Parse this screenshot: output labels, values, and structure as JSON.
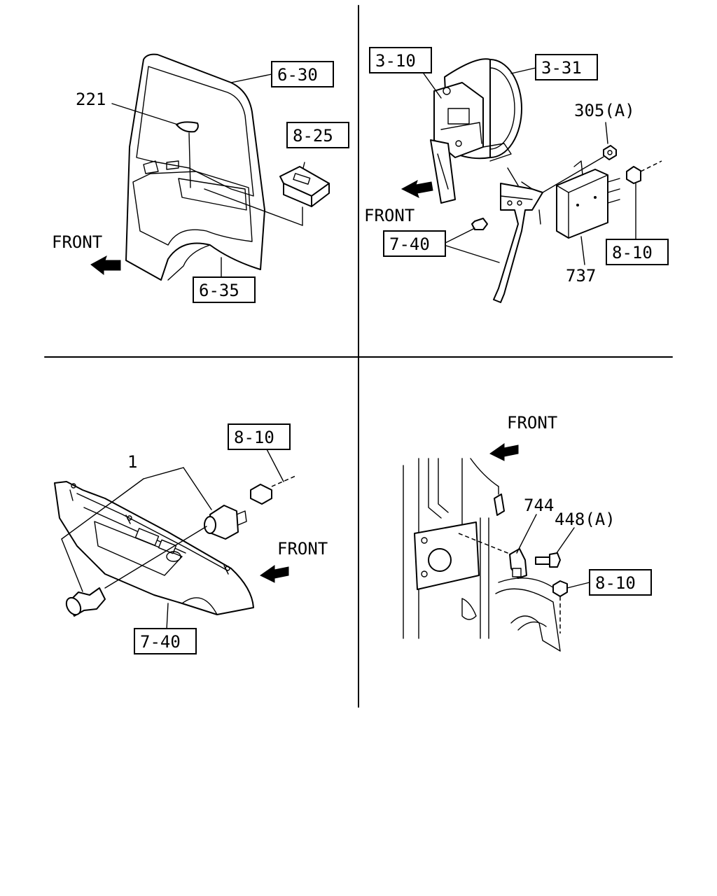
{
  "panels": {
    "top_left": {
      "labels": {
        "p221": "221",
        "r630": "6-30",
        "r825": "8-25",
        "r635": "6-35",
        "front": "FRONT"
      }
    },
    "top_right": {
      "labels": {
        "r310": "3-10",
        "r331": "3-31",
        "p305a": "305(A)",
        "front": "FRONT",
        "r740": "7-40",
        "r810": "8-10",
        "p737": "737"
      }
    },
    "bottom_left": {
      "labels": {
        "p1": "1",
        "r810": "8-10",
        "front": "FRONT",
        "r740": "7-40"
      }
    },
    "bottom_right": {
      "labels": {
        "front": "FRONT",
        "p744": "744",
        "p448a": "448(A)",
        "r810": "8-10"
      }
    }
  }
}
